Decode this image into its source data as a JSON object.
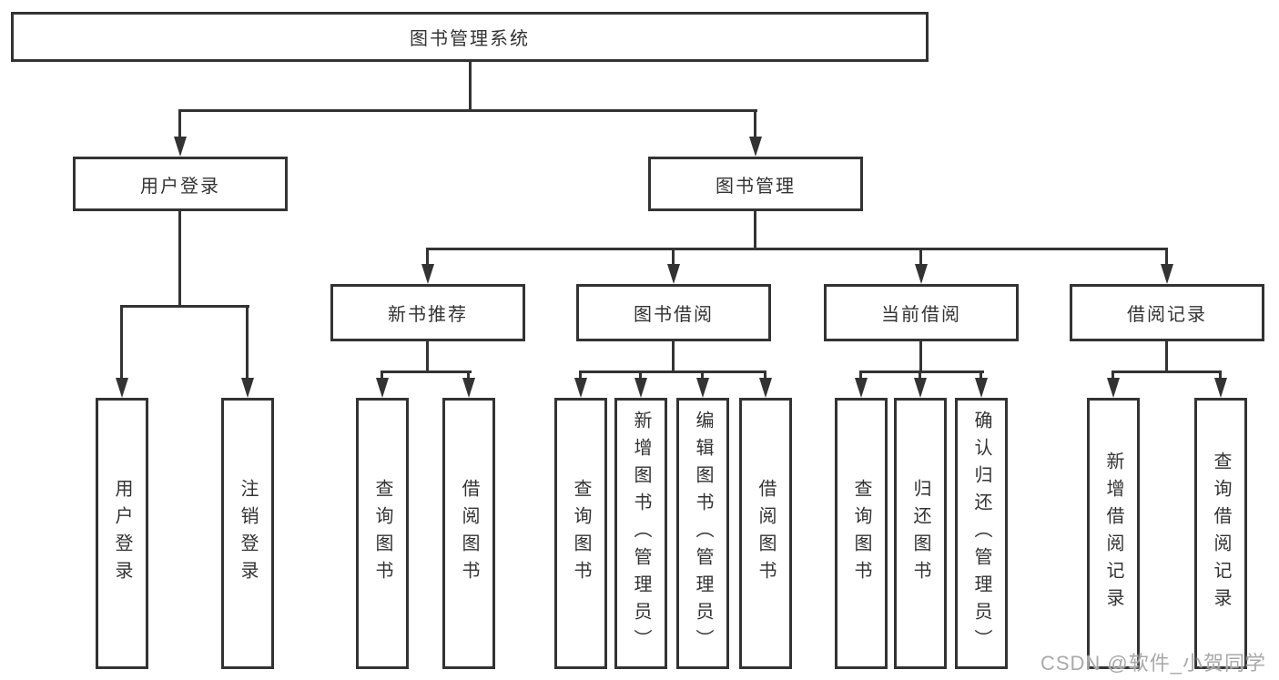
{
  "diagram": {
    "root": {
      "label": "图书管理系统"
    },
    "level2": [
      {
        "id": "user-login",
        "label": "用户登录"
      },
      {
        "id": "book-management",
        "label": "图书管理"
      }
    ],
    "level3": [
      {
        "id": "new-book-recommend",
        "label": "新书推荐"
      },
      {
        "id": "book-borrow",
        "label": "图书借阅"
      },
      {
        "id": "current-borrow",
        "label": "当前借阅"
      },
      {
        "id": "borrow-records",
        "label": "借阅记录"
      }
    ],
    "leaves": {
      "user_login": [
        {
          "label": "用户登录"
        },
        {
          "label": "注销登录"
        }
      ],
      "new_book": [
        {
          "label": "查询图书"
        },
        {
          "label": "借阅图书"
        }
      ],
      "book_borrow": [
        {
          "label": "查询图书"
        },
        {
          "label": "新增图书（管理员）"
        },
        {
          "label": "编辑图书（管理员）"
        },
        {
          "label": "借阅图书"
        }
      ],
      "current_borrow": [
        {
          "label": "查询图书"
        },
        {
          "label": "归还图书"
        },
        {
          "label": "确认归还（管理员）"
        }
      ],
      "borrow_records": [
        {
          "label": "新增借阅记录"
        },
        {
          "label": "查询借阅记录"
        }
      ]
    },
    "watermark": "CSDN @软件_小贺同学",
    "colors": {
      "line": "#333333",
      "text": "#333333",
      "background": "#ffffff",
      "watermark": "#a9a9a9"
    }
  }
}
